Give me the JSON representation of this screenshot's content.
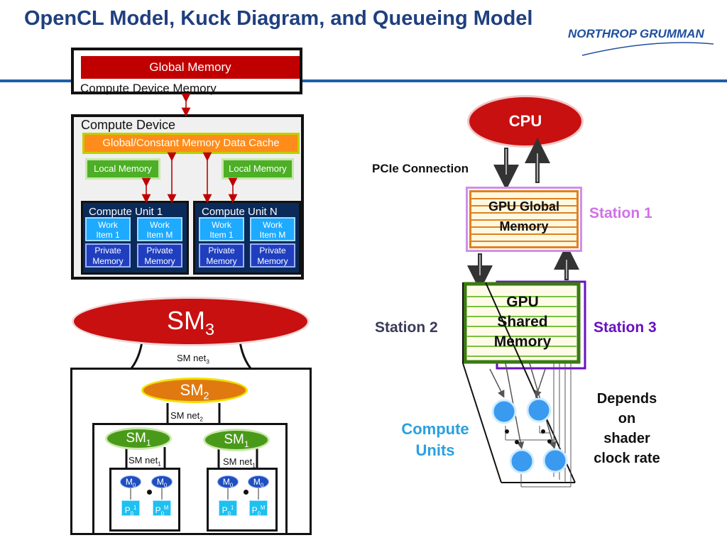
{
  "title": "OpenCL Model, Kuck Diagram, and Queueing Model",
  "logo": "NORTHROP GRUMMAN",
  "opencl": {
    "global_memory": "Global Memory",
    "compute_device_memory": "Compute Device Memory",
    "compute_device": "Compute Device",
    "cache": "Global/Constant Memory Data Cache",
    "local_memory_left": "Local Memory",
    "local_memory_right": "Local Memory",
    "cu1": {
      "label": "Compute Unit 1",
      "wi1": [
        "Work",
        "Item 1"
      ],
      "wim": [
        "Work",
        "Item M"
      ],
      "pm1": [
        "Private",
        "Memory"
      ],
      "pm2": [
        "Private",
        "Memory"
      ]
    },
    "cun": {
      "label": "Compute Unit N",
      "wi1": [
        "Work",
        "Item 1"
      ],
      "wim": [
        "Work",
        "Item M"
      ],
      "pm1": [
        "Private",
        "Memory"
      ],
      "pm2": [
        "Private",
        "Memory"
      ]
    }
  },
  "kuck": {
    "sm3": {
      "base": "SM",
      "sub": "3"
    },
    "smnet3": {
      "base": "SM net",
      "sub": "3"
    },
    "sm2": {
      "base": "SM",
      "sub": "2"
    },
    "smnet2": {
      "base": "SM net",
      "sub": "2"
    },
    "sm1_left": {
      "base": "SM",
      "sub": "1"
    },
    "sm1_right": {
      "base": "SM",
      "sub": "1"
    },
    "smnet1_left": {
      "base": "SM net",
      "sub": "1"
    },
    "smnet1_right": {
      "base": "SM net",
      "sub": "1"
    },
    "m0": {
      "base": "M",
      "sub": "0"
    },
    "p01": {
      "base": "P",
      "sub": "0",
      "sup": "1"
    },
    "p0m": {
      "base": "P",
      "sub": "0",
      "sup": "M"
    }
  },
  "queueing": {
    "cpu": "CPU",
    "pcie": "PCIe Connection",
    "gpu_global": [
      "GPU  Global",
      "Memory"
    ],
    "station1": "Station 1",
    "station2": "Station 2",
    "station3": "Station 3",
    "gpu_shared": [
      "GPU",
      "Shared",
      "Memory"
    ],
    "compute_units": [
      "Compute",
      "Units"
    ],
    "depends": [
      "Depends",
      "on",
      "shader",
      "clock rate"
    ]
  },
  "colors": {
    "title": "#1f3f7f",
    "global_memory": "#c00000",
    "cache": "#ff8c1a",
    "local_memory": "#4caf26",
    "compute_unit": "#0a2a5a",
    "work_item": "#1eaaff",
    "private_memory": "#1f3fbf",
    "sm3": "#c81010",
    "sm2": "#e07a10",
    "sm1": "#4a9a1a",
    "station1": "#d070e8",
    "station2": "#3a3a5a",
    "station3": "#6a10c0",
    "compute_units_text": "#2aa0e0"
  }
}
